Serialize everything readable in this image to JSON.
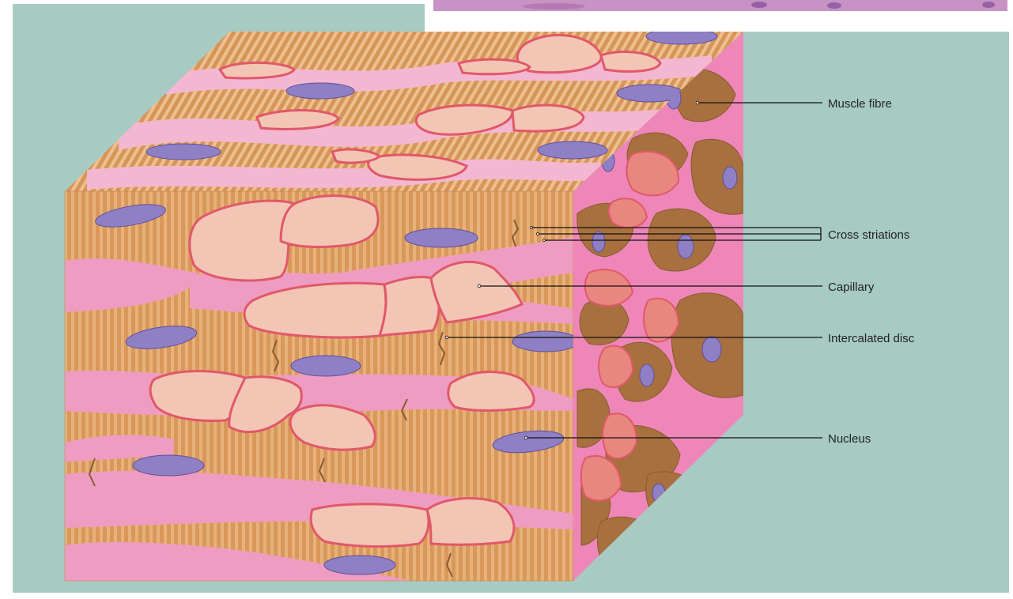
{
  "labels": {
    "muscle_fibre": "Muscle fibre",
    "cross_striations": "Cross striations",
    "capillary": "Capillary",
    "intercalated_disc": "Intercalated disc",
    "nucleus": "Nucleus"
  },
  "colors": {
    "background": "#a7cbc2",
    "fibre": "#d9985a",
    "fibre_dark": "#a8703e",
    "interstitium": "#ef9cc2",
    "interstitium_light": "#f3b7d1",
    "capillary_fill": "#f3c5b5",
    "capillary_edge": "#e0586a",
    "nucleus": "#8f7fc4",
    "nucleus_edge": "#5d4ea0",
    "micrograph": "#c792c4"
  }
}
